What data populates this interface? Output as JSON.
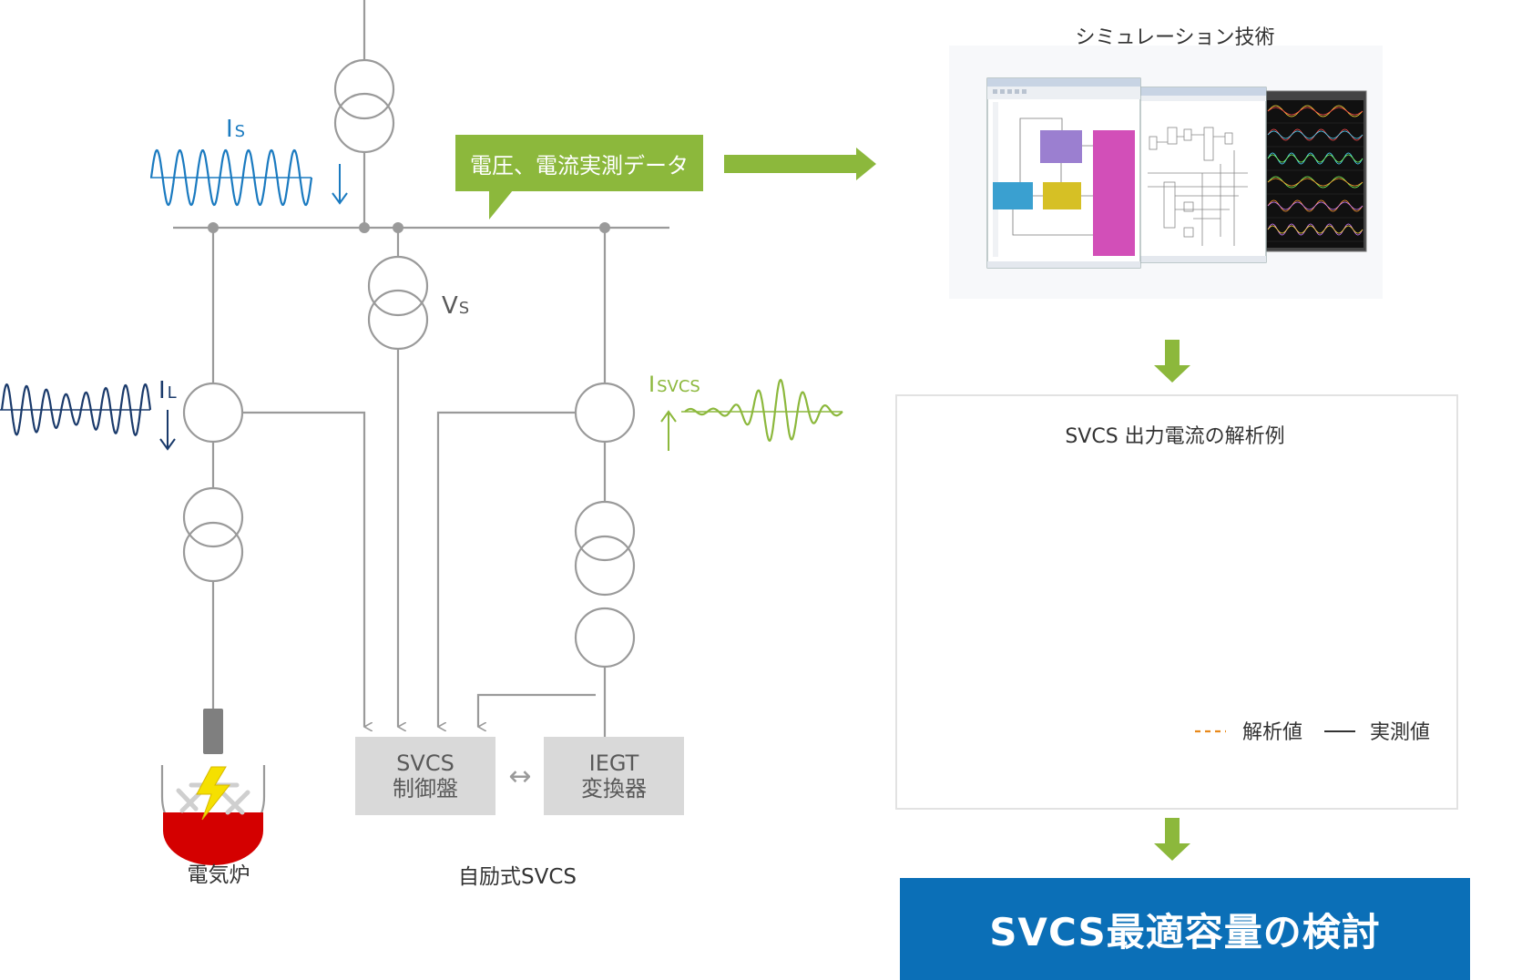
{
  "labels": {
    "is_main": "I",
    "is_sub": "S",
    "vs_main": "V",
    "vs_sub": "S",
    "il_main": "I",
    "il_sub": "L",
    "isvcs_main": "I",
    "isvcs_sub": "SVCS",
    "furnace": "電気炉",
    "self_excited_svcs": "自励式SVCS"
  },
  "callout": {
    "text": "電圧、電流実測データ"
  },
  "controls": {
    "svcs_line1": "SVCS",
    "svcs_line2": "制御盤",
    "iegt_line1": "IEGT",
    "iegt_line2": "変換器",
    "link_arrow": "↔"
  },
  "simulation": {
    "title": "シミュレーション技術"
  },
  "analysis": {
    "title": "SVCS 出力電流の解析例",
    "legend_analysis": "解析値",
    "legend_measured": "実測値"
  },
  "result": {
    "text": "SVCS最適容量の検討"
  },
  "colors": {
    "line_gray": "#9a9a9a",
    "accent_green": "#8cb83c",
    "is_blue": "#1a7ac0",
    "il_navy": "#1a3a6b",
    "furnace_red": "#d40000",
    "result_blue": "#0b6fb7",
    "legend_orange": "#e8891a"
  }
}
